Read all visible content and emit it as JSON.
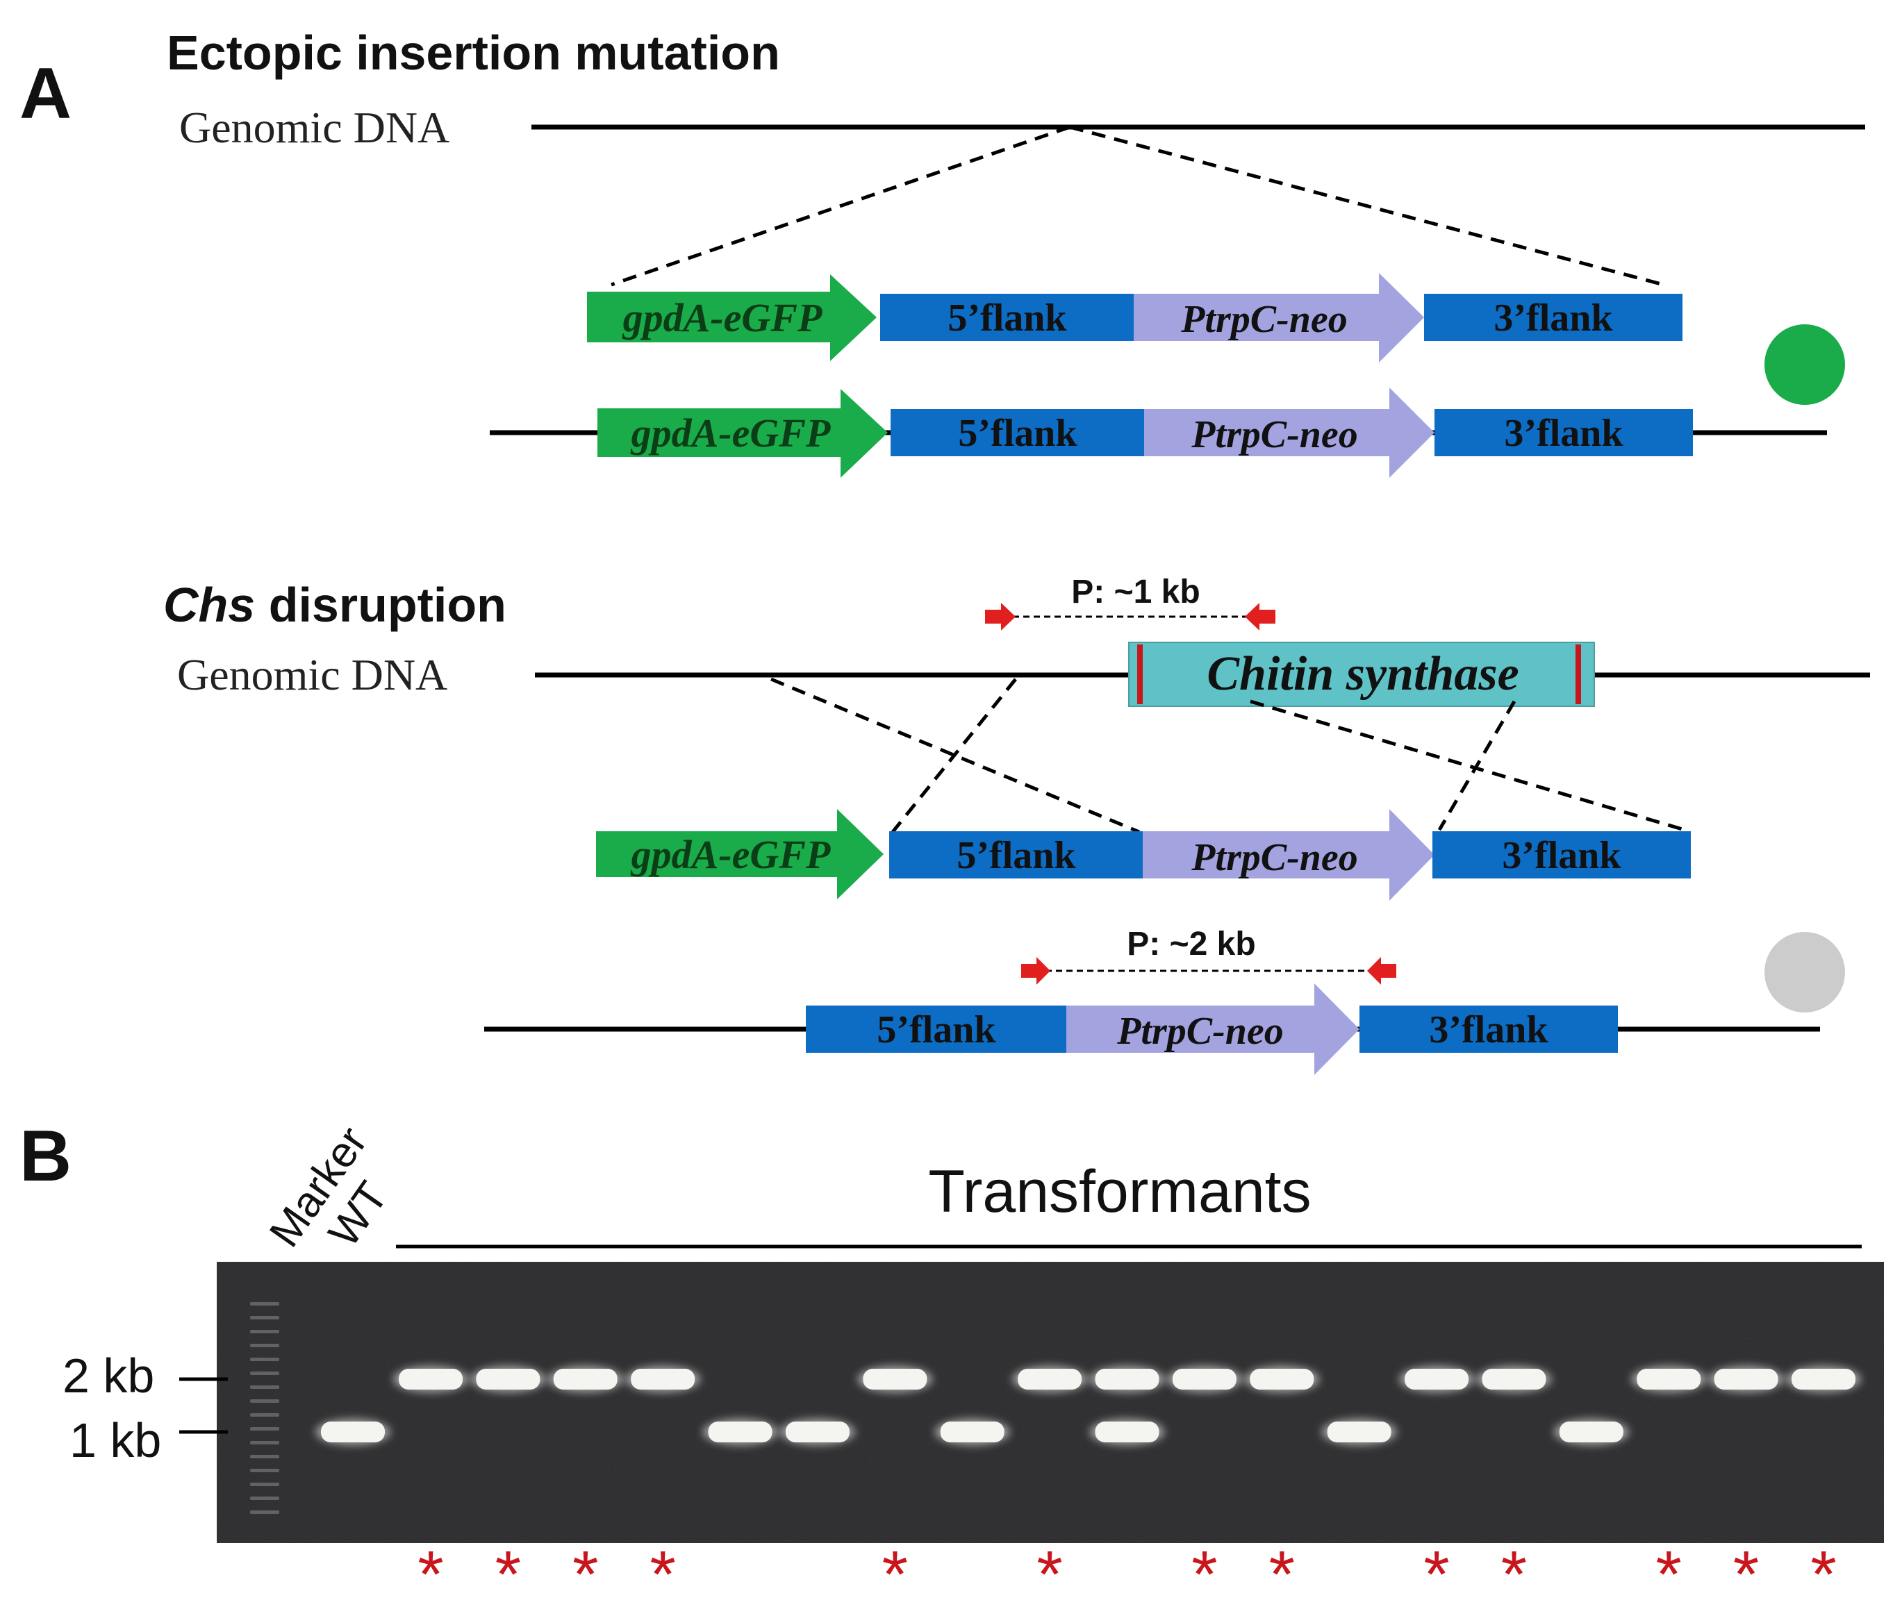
{
  "panel_a": {
    "label": "A",
    "ectopic": {
      "title": "Ectopic insertion mutation",
      "genomic_label": "Genomic DNA",
      "indicator_color": "#1aab4b"
    },
    "disruption": {
      "title_italic": "Chs",
      "title_rest": " disruption",
      "genomic_label": "Genomic DNA",
      "gene_label": "Chitin synthase",
      "primer_top": "P: ~1 kb",
      "primer_bottom": "P: ~2 kb",
      "indicator_color": "#cccccc"
    },
    "cassette": {
      "gfp": "gpdA-eGFP",
      "flank5": "5’flank",
      "neo": "PtrpC-neo",
      "flank3": "3’flank"
    },
    "colors": {
      "gfp": "#1aab4b",
      "flank": "#0d6cc4",
      "neo": "#a3a3e0",
      "gene": "#5ec2c6",
      "primer": "#e21f1f",
      "gene_mark": "#c8161d"
    }
  },
  "panel_b": {
    "label": "B",
    "lane_labels": [
      "Marker",
      "WT"
    ],
    "group_label": "Transformants",
    "size_labels": [
      "2 kb",
      "1 kb"
    ],
    "star": "*",
    "star_color": "#c8161d",
    "lanes": [
      {
        "band": "2 kb",
        "star": true
      },
      {
        "band": "2 kb",
        "star": true
      },
      {
        "band": "2 kb",
        "star": true
      },
      {
        "band": "2 kb",
        "star": true
      },
      {
        "band": "1 kb",
        "star": false
      },
      {
        "band": "1 kb",
        "star": false
      },
      {
        "band": "2 kb",
        "star": true
      },
      {
        "band": "1 kb",
        "star": false
      },
      {
        "band": "2 kb",
        "star": true
      },
      {
        "band": "2 kb + 1 kb",
        "star": false
      },
      {
        "band": "2 kb",
        "star": true
      },
      {
        "band": "2 kb",
        "star": true
      },
      {
        "band": "1 kb",
        "star": false
      },
      {
        "band": "2 kb",
        "star": true
      },
      {
        "band": "2 kb",
        "star": true
      },
      {
        "band": "1 kb",
        "star": false
      },
      {
        "band": "2 kb",
        "star": true
      },
      {
        "band": "2 kb",
        "star": true
      },
      {
        "band": "2 kb",
        "star": true
      }
    ]
  }
}
